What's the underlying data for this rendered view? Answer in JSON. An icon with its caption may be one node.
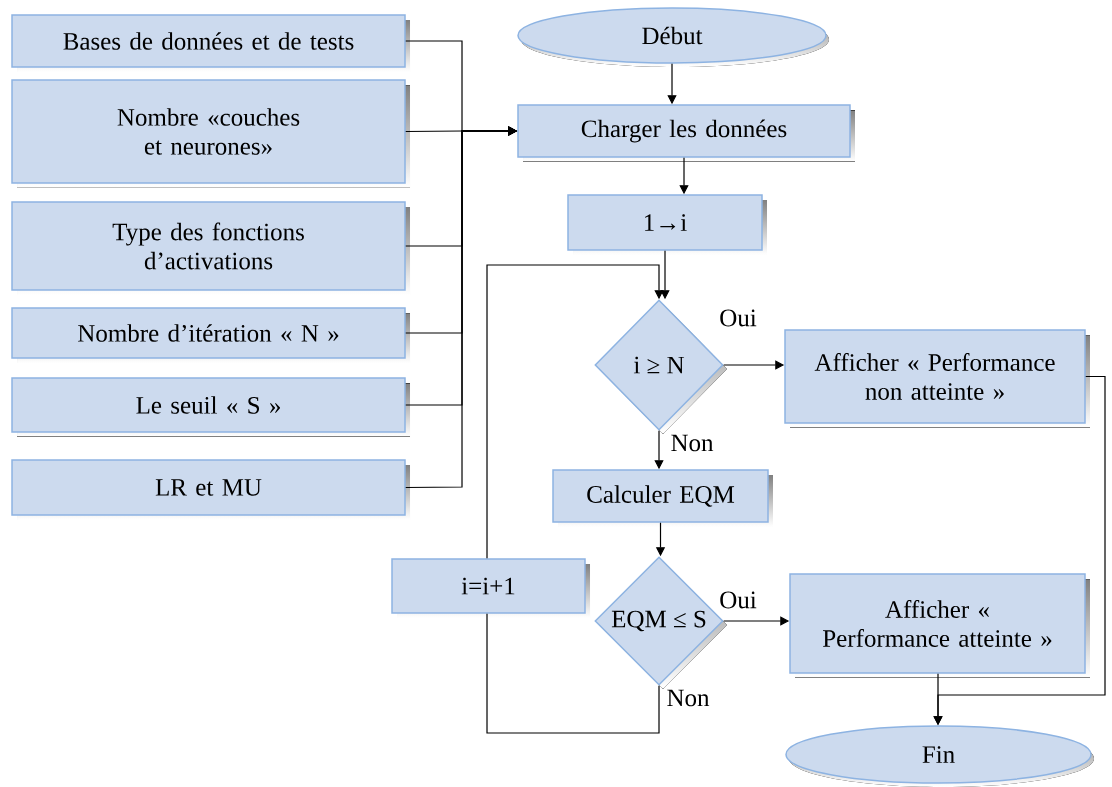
{
  "diagram": {
    "nodes": [
      {
        "text": [
          "Bases de données et de tests"
        ]
      },
      {
        "text": [
          "Nombre «couches et neurones»"
        ]
      },
      {
        "text": [
          "Type des fonctions d’activations"
        ]
      },
      {
        "text": [
          "Nombre d’itération « N »"
        ]
      },
      {
        "text": [
          "Le seuil « S »"
        ]
      },
      {
        "text": [
          "LR et MU"
        ]
      },
      {
        "text": [
          "Début"
        ]
      },
      {
        "text": [
          "Charger les données"
        ]
      },
      {
        "text": [
          "1→i"
        ]
      },
      {
        "text": [
          "i ≥ N"
        ]
      },
      {
        "text": [
          "Afficher « Performance non atteinte »"
        ]
      },
      {
        "text": [
          "Calculer EQM"
        ]
      },
      {
        "text": [
          "i=i+1"
        ]
      },
      {
        "text": [
          "EQM ≤ S"
        ]
      },
      {
        "text": [
          "Afficher « Performance atteinte »"
        ]
      },
      {
        "text": [
          "Fin"
        ]
      }
    ],
    "edges": [
      {
        "from": 0,
        "to": 7,
        "arrow": "to"
      },
      {
        "from": 1,
        "to": 7,
        "arrow": "to"
      },
      {
        "from": 2,
        "to": 7,
        "arrow": "to"
      },
      {
        "from": 3,
        "to": 7,
        "arrow": "to"
      },
      {
        "from": 4,
        "to": 7,
        "arrow": "to"
      },
      {
        "from": 5,
        "to": 7,
        "arrow": "to"
      },
      {
        "from": 6,
        "to": 7,
        "arrow": "to"
      },
      {
        "from": 7,
        "to": 8,
        "arrow": "to"
      },
      {
        "from": 8,
        "to": 9,
        "arrow": "to"
      },
      {
        "from": 9,
        "to": 10,
        "arrow": "to",
        "label": "Oui"
      },
      {
        "from": 9,
        "to": 11,
        "arrow": "to",
        "label": "Non"
      },
      {
        "from": 11,
        "to": 13,
        "arrow": "to"
      },
      {
        "from": 13,
        "to": 14,
        "arrow": "to",
        "label": "Oui"
      },
      {
        "from": 13,
        "to": 12,
        "arrow": "none",
        "label": "Non"
      },
      {
        "from": 12,
        "to": 9,
        "arrow": "to"
      },
      {
        "from": 10,
        "to": 15,
        "arrow": "to"
      },
      {
        "from": 14,
        "to": 15,
        "arrow": "to"
      }
    ]
  }
}
